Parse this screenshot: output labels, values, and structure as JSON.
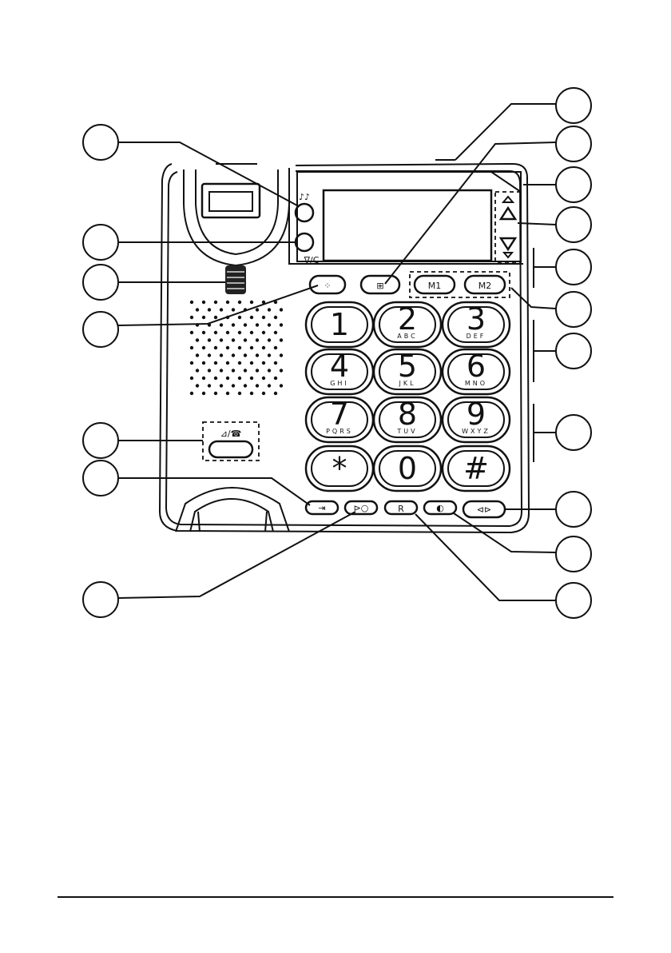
{
  "keypad": [
    {
      "digit": "1",
      "letters": ""
    },
    {
      "digit": "2",
      "letters": "ABC"
    },
    {
      "digit": "3",
      "letters": "DEF"
    },
    {
      "digit": "4",
      "letters": "GHI"
    },
    {
      "digit": "5",
      "letters": "JKL"
    },
    {
      "digit": "6",
      "letters": "MNO"
    },
    {
      "digit": "7",
      "letters": "PQRS"
    },
    {
      "digit": "8",
      "letters": "TUV"
    },
    {
      "digit": "9",
      "letters": "WXYZ"
    },
    {
      "digit": "*",
      "letters": ""
    },
    {
      "digit": "0",
      "letters": ""
    },
    {
      "digit": "#",
      "letters": ""
    }
  ],
  "memory_keys": {
    "m1": "M1",
    "m2": "M2"
  },
  "function_keys": {
    "recall": "R",
    "delete_clear": "∇/C"
  },
  "icons": {
    "phonebook": "book-icon",
    "speaker": "speaker-icon",
    "redial": "redial-icon",
    "mute": "mute-icon",
    "handsfree": "handsfree-icon",
    "up": "arrow-up-icon",
    "down": "arrow-down-icon",
    "ringer": "ringer-volume-icon"
  }
}
